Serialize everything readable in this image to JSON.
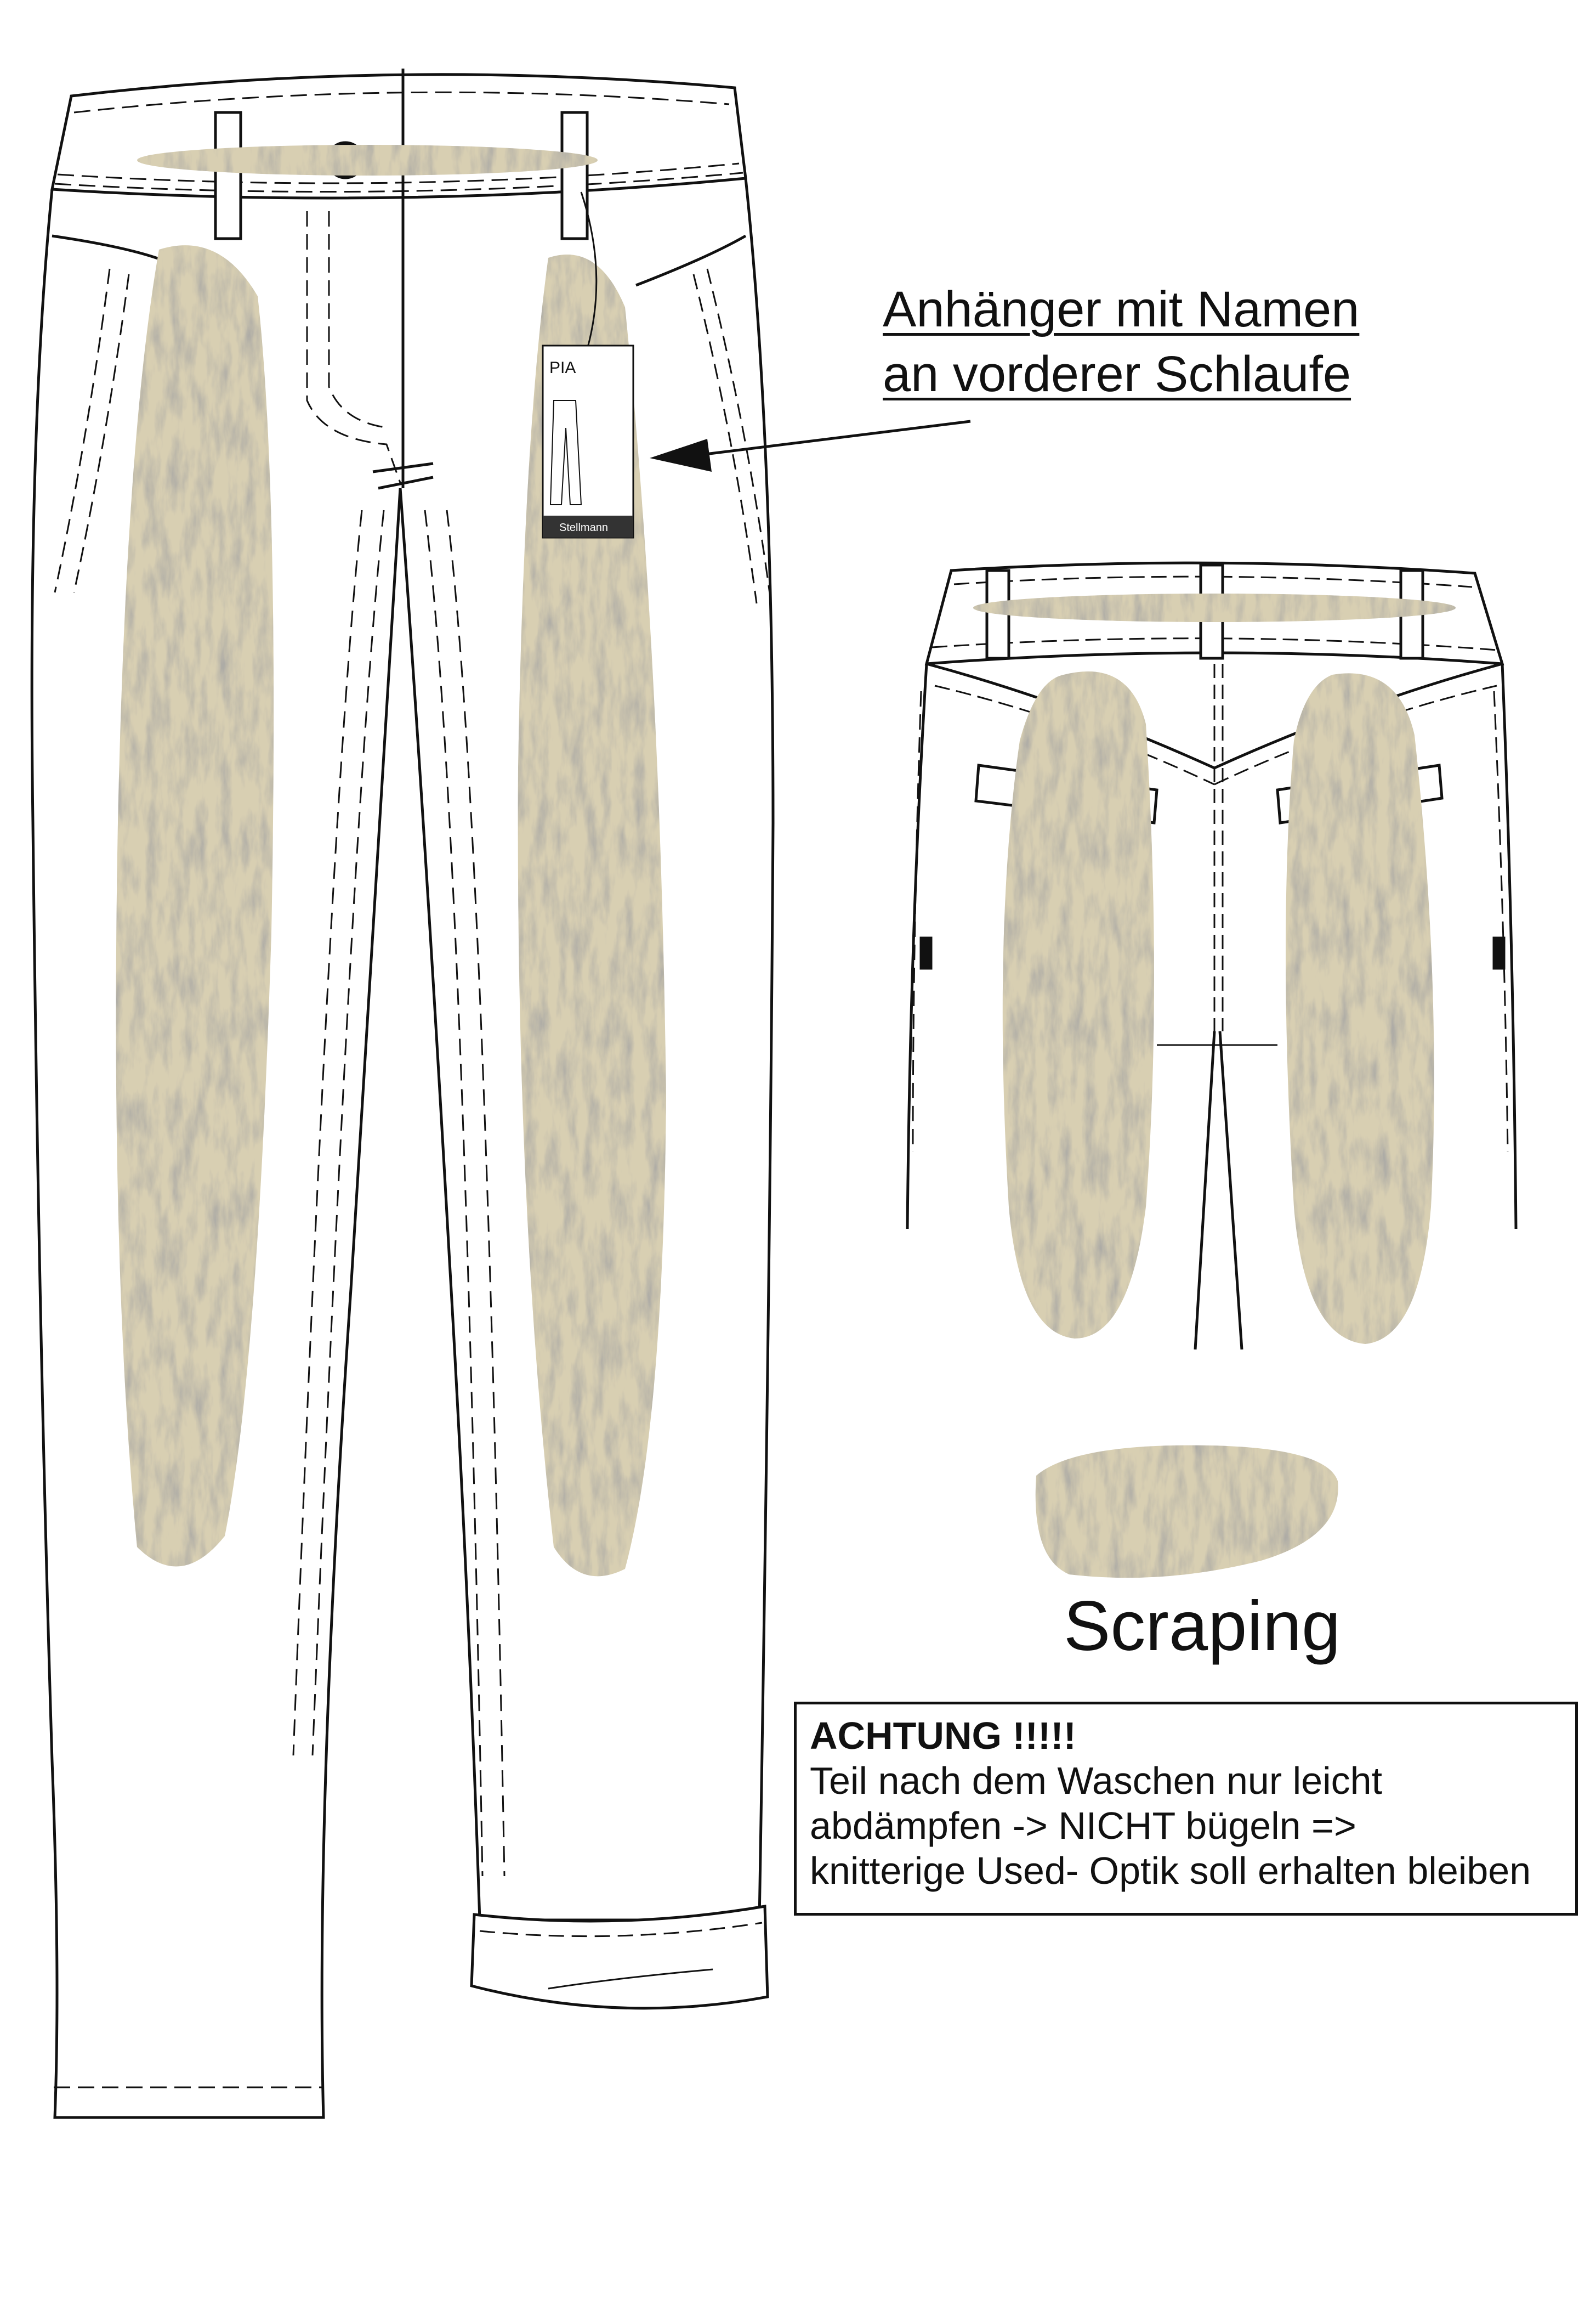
{
  "annotations": {
    "hangtag_note_line1": "Anhänger mit Namen",
    "hangtag_note_line2": "an vorderer Schlaufe",
    "scraping_label": "Scraping"
  },
  "warning": {
    "title": "ACHTUNG !!!!!",
    "line1": "Teil nach dem Waschen nur leicht",
    "line2": "abdämpfen -> NICHT bügeln =>",
    "line3": "knitterige Used- Optik soll erhalten bleiben"
  },
  "hangtag": {
    "name": "PIA",
    "brand": "Stellmann"
  },
  "colors": {
    "line": "#111111",
    "wash": "#d8cfb2",
    "wash_dark": "#6b6a62",
    "background": "#ffffff"
  }
}
